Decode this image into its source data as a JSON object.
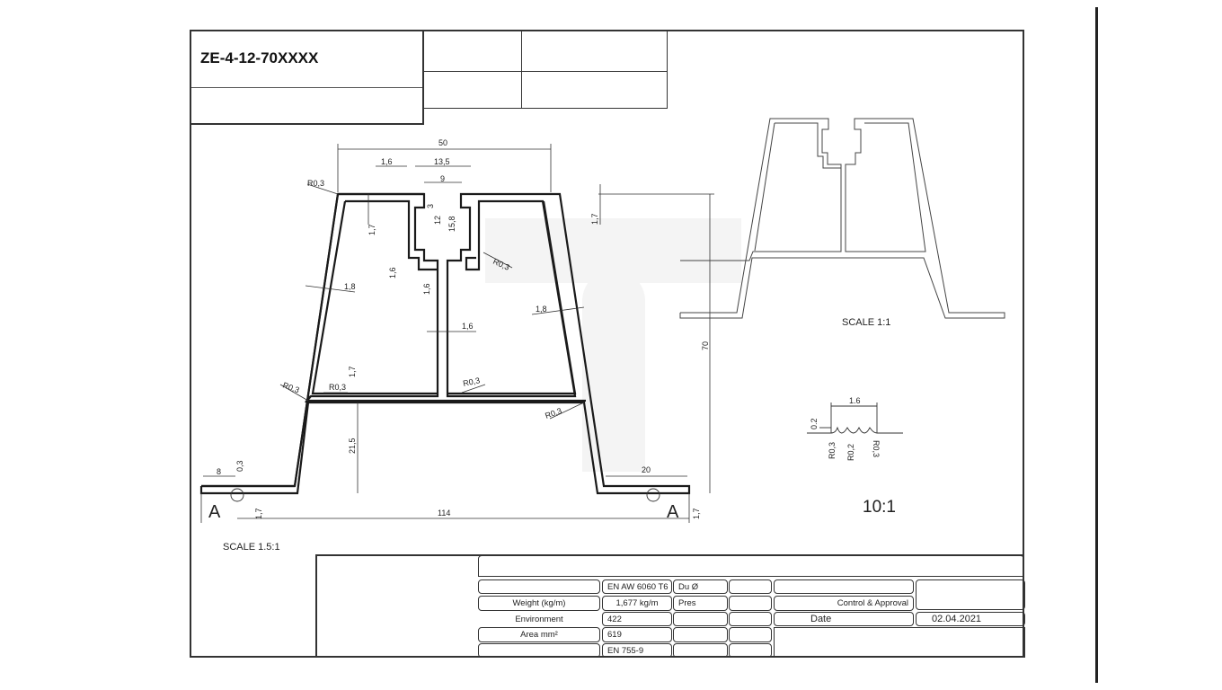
{
  "drawing": {
    "part_number": "ZE-4-12-70XXXX",
    "main_view": {
      "scale_label": "SCALE 1.5:1",
      "section_marks": [
        "A",
        "A"
      ],
      "dimensions": {
        "overall_width": "114",
        "top_width": "50",
        "height": "70",
        "slot_outer": "13,5",
        "slot_wall": "1,6",
        "slot_inner": "9",
        "slot_lip": "3",
        "slot_depth": "12",
        "slot_total": "15,8",
        "top_thickness_left": "1,7",
        "top_thickness_right": "1,7",
        "slot_bottom_thickness": "1,6",
        "web_thickness_v": "1,6",
        "web_thickness": "1,6",
        "side_wall_left": "1,8",
        "side_wall_right": "1,8",
        "crossbar_thickness": "1,7",
        "lower_height": "21,5",
        "flange_left": "8",
        "groove_depth": "0,3",
        "flange_thickness_left": "1,7",
        "flange_right": "20",
        "flange_thickness_right": "1,7",
        "radii": [
          "R0,3",
          "R0,3",
          "R0,3",
          "R0,3",
          "R0,3",
          "R0,3"
        ]
      }
    },
    "side_view": {
      "scale_label": "SCALE 1:1"
    },
    "detail_view": {
      "scale_label": "10:1",
      "width": "1.6",
      "depth": "0.2",
      "radii": [
        "R0,3",
        "R0,2",
        "R0,3"
      ]
    }
  },
  "title_block": {
    "material": "EN AW 6060 T6",
    "du_label": "Du Ø",
    "weight_label": "Weight (kg/m)",
    "weight_value": "1,677 kg/m",
    "pres_label": "Pres",
    "control_label": "Control & Approval",
    "environment_label": "Environment",
    "environment_value": "422",
    "date_label": "Date",
    "date_value": "02.04.2021",
    "area_label": "Area mm²",
    "area_value": "619",
    "standard": "EN 755-9"
  }
}
